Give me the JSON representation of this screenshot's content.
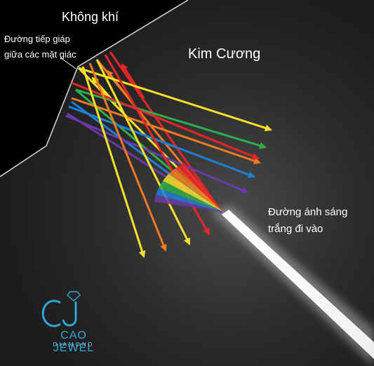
{
  "labels": {
    "air": "Không khí",
    "diamond": "Kim Cương",
    "facet_line1": "Đường tiếp giáp",
    "facet_line2": "giữa các mặt giác",
    "white_light_line1": "Đường ánh sáng",
    "white_light_line2": "trắng đi vào"
  },
  "logo": {
    "name": "CAO JEWEL",
    "subtitle": "DIAMOND",
    "color": "#2fa6d8"
  },
  "colors": {
    "background": "#000000",
    "diamond_body": "#2a2a2a",
    "red": "#e8262a",
    "orange": "#f07a22",
    "yellow": "#f5e12a",
    "green": "#2db04a",
    "blue": "#1e7fd6",
    "violet": "#6a3aa8"
  }
}
